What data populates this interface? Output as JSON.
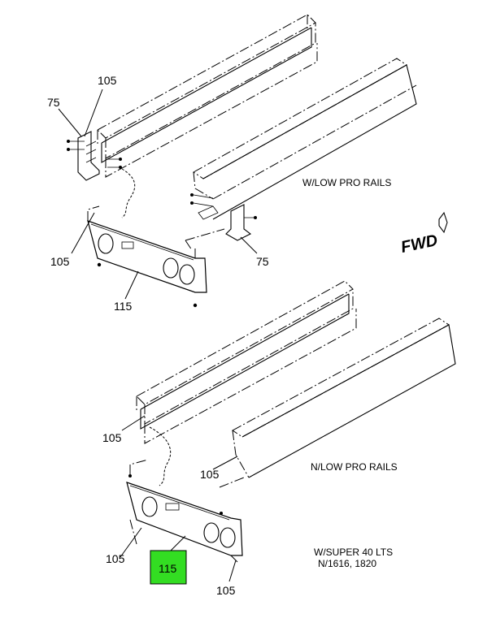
{
  "callouts": {
    "top_75_left": "75",
    "top_105_upper": "105",
    "top_105_lower": "105",
    "top_115": "115",
    "top_75_right": "75",
    "bottom_105_rail": "105",
    "bottom_105_nlow": "105",
    "bottom_105_panel": "105",
    "bottom_115_highlighted": "115",
    "bottom_105_bottom": "105"
  },
  "notes": {
    "w_low_pro_rails": "W/LOW PRO RAILS",
    "n_low_pro_rails": "N/LOW PRO RAILS",
    "w_super_40_lts_line1": "W/SUPER 40 LTS",
    "w_super_40_lts_line2": "N/1616, 1820"
  },
  "fwd_label": "FWD",
  "colors": {
    "highlight": "#33dd22",
    "line": "#000000",
    "background": "#ffffff"
  }
}
